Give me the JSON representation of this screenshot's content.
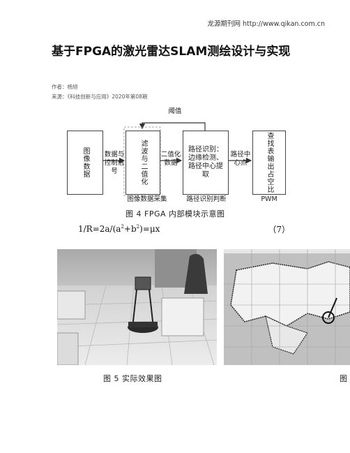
{
  "header": {
    "site": "龙源期刊网 http://www.qikan.com.cn"
  },
  "article": {
    "title": "基于FPGA的激光雷达SLAM测绘设计与实现",
    "author": "作者：杨旭",
    "source": "来源：《科技创新与应用》2020年第08期"
  },
  "diagram": {
    "threshold": "阈值",
    "box1": "图像数据",
    "label1": "数据与控制信号",
    "box2": "滤波与二值化",
    "label2": "二值化数据",
    "box3": "路径识别：边缘检测、路径中心提取",
    "label3": "路径中心点",
    "box4": "查找表输出占空比",
    "under2": "图像数据采集",
    "under3": "路径识别判断",
    "under4": "PWM"
  },
  "fig4_caption": "图 4  FPGA 内部模块示意图",
  "formula": {
    "lhs": "1/R=2a/(a",
    "mid": "+b",
    "rhs": ")=μx",
    "exp": "2",
    "number": "（7）"
  },
  "fig5_caption": "图 5  实际效果图",
  "fig6_caption_partial": "图"
}
